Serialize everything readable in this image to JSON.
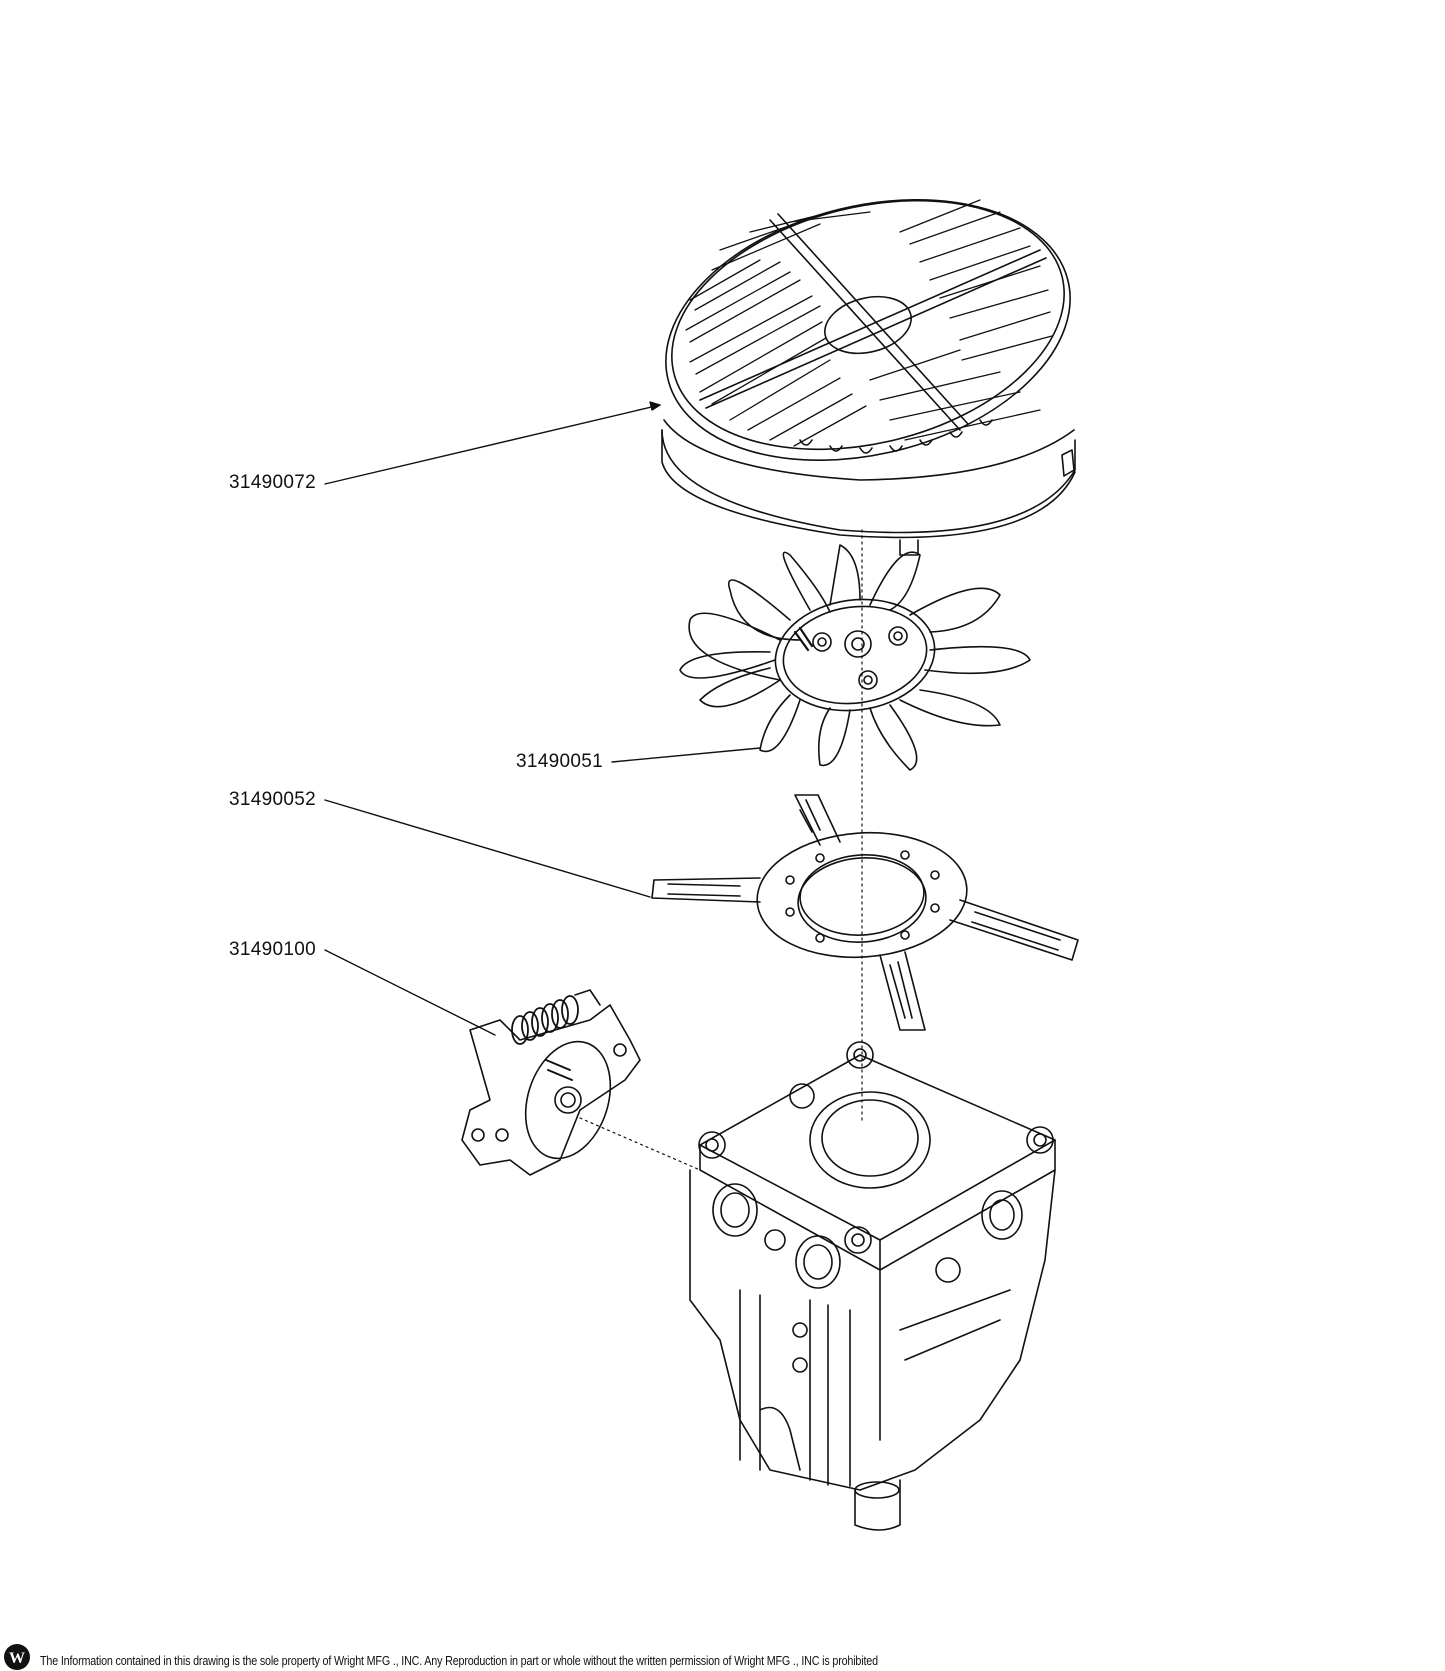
{
  "callouts": {
    "fan_shroud": "31490072",
    "cooling_fan": "31490051",
    "fan_mount_bracket": "31490052",
    "bypass_arm_assembly": "31490100"
  },
  "footer": {
    "logo_letter": "W",
    "notice": "The Information contained in this drawing is the sole property of Wright MFG ., INC. Any Reproduction in part or whole without the written permission of Wright MFG ., INC is prohibited"
  },
  "colors": {
    "line": "#111111",
    "background": "#ffffff"
  }
}
